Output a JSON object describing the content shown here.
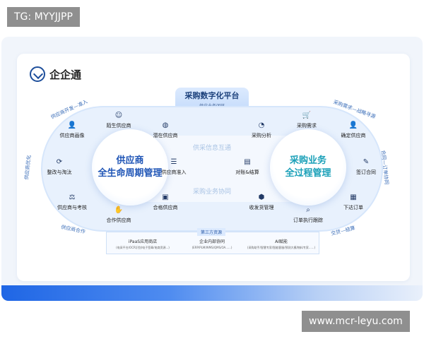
{
  "overlay": {
    "tag": "TG: MYYJJPP",
    "url": "www.mcr-leyu.com"
  },
  "logo": {
    "text": "企企通"
  },
  "platform": {
    "title": "采购数字化平台",
    "subtitle": "供应业务闭环"
  },
  "center": {
    "top_label": "供采信息互通",
    "bottom_label": "采购业务协同"
  },
  "left_core": {
    "line1": "供应商",
    "line2": "全生命周期管理"
  },
  "right_core": {
    "line1": "采购业务",
    "line2": "全过程管理"
  },
  "left_nodes": [
    {
      "label": "陌生供应商",
      "icon": "smiley-icon",
      "glyph": "☺"
    },
    {
      "label": "潜在供应商",
      "icon": "cookie-icon",
      "glyph": "◍"
    },
    {
      "label": "供应商画像",
      "icon": "person-icon",
      "glyph": "👤"
    },
    {
      "label": "整改与淘汰",
      "icon": "refresh-icon",
      "glyph": "⟳"
    },
    {
      "label": "供应商准入",
      "icon": "list-icon",
      "glyph": "☰"
    },
    {
      "label": "供应商与考核",
      "icon": "gavel-icon",
      "glyph": "⚖"
    },
    {
      "label": "合格供应商",
      "icon": "briefcase-icon",
      "glyph": "▣"
    },
    {
      "label": "合作供应商",
      "icon": "handshake-icon",
      "glyph": "✋"
    }
  ],
  "right_nodes": [
    {
      "label": "采购需求",
      "icon": "cart-icon",
      "glyph": "🛒"
    },
    {
      "label": "采购分析",
      "icon": "chart-icon",
      "glyph": "◔"
    },
    {
      "label": "确定供应商",
      "icon": "user-check-icon",
      "glyph": "👤"
    },
    {
      "label": "对账&结算",
      "icon": "document-icon",
      "glyph": "▤"
    },
    {
      "label": "签订合同",
      "icon": "contract-icon",
      "glyph": "✎"
    },
    {
      "label": "收发货管理",
      "icon": "box-icon",
      "glyph": "⬢"
    },
    {
      "label": "下达订单",
      "icon": "order-icon",
      "glyph": "▦"
    },
    {
      "label": "订单执行跟踪",
      "icon": "search-doc-icon",
      "glyph": "⌕"
    }
  ],
  "edges": {
    "top_left": "供应商开发—准入",
    "left_side": "供应商优化",
    "bottom_left": "供应商合作",
    "top_right": "采购需求—战略寻源",
    "right_side": "合同—订单协同",
    "bottom_right": "交货—结算"
  },
  "bottom": {
    "title": "第三方资源",
    "columns": [
      {
        "heading": "iPaaS应用商店",
        "detail": "(电采平台/OCR识别/电子签章/电商资源...)"
      },
      {
        "heading": "企业内部协同",
        "detail": "(ERP/PLM/WMS/QMS/OA......)"
      },
      {
        "heading": "AI赋能",
        "detail": "(采购助手/智慧专家/智能客服/预测大模/物料专家......)"
      }
    ]
  }
}
